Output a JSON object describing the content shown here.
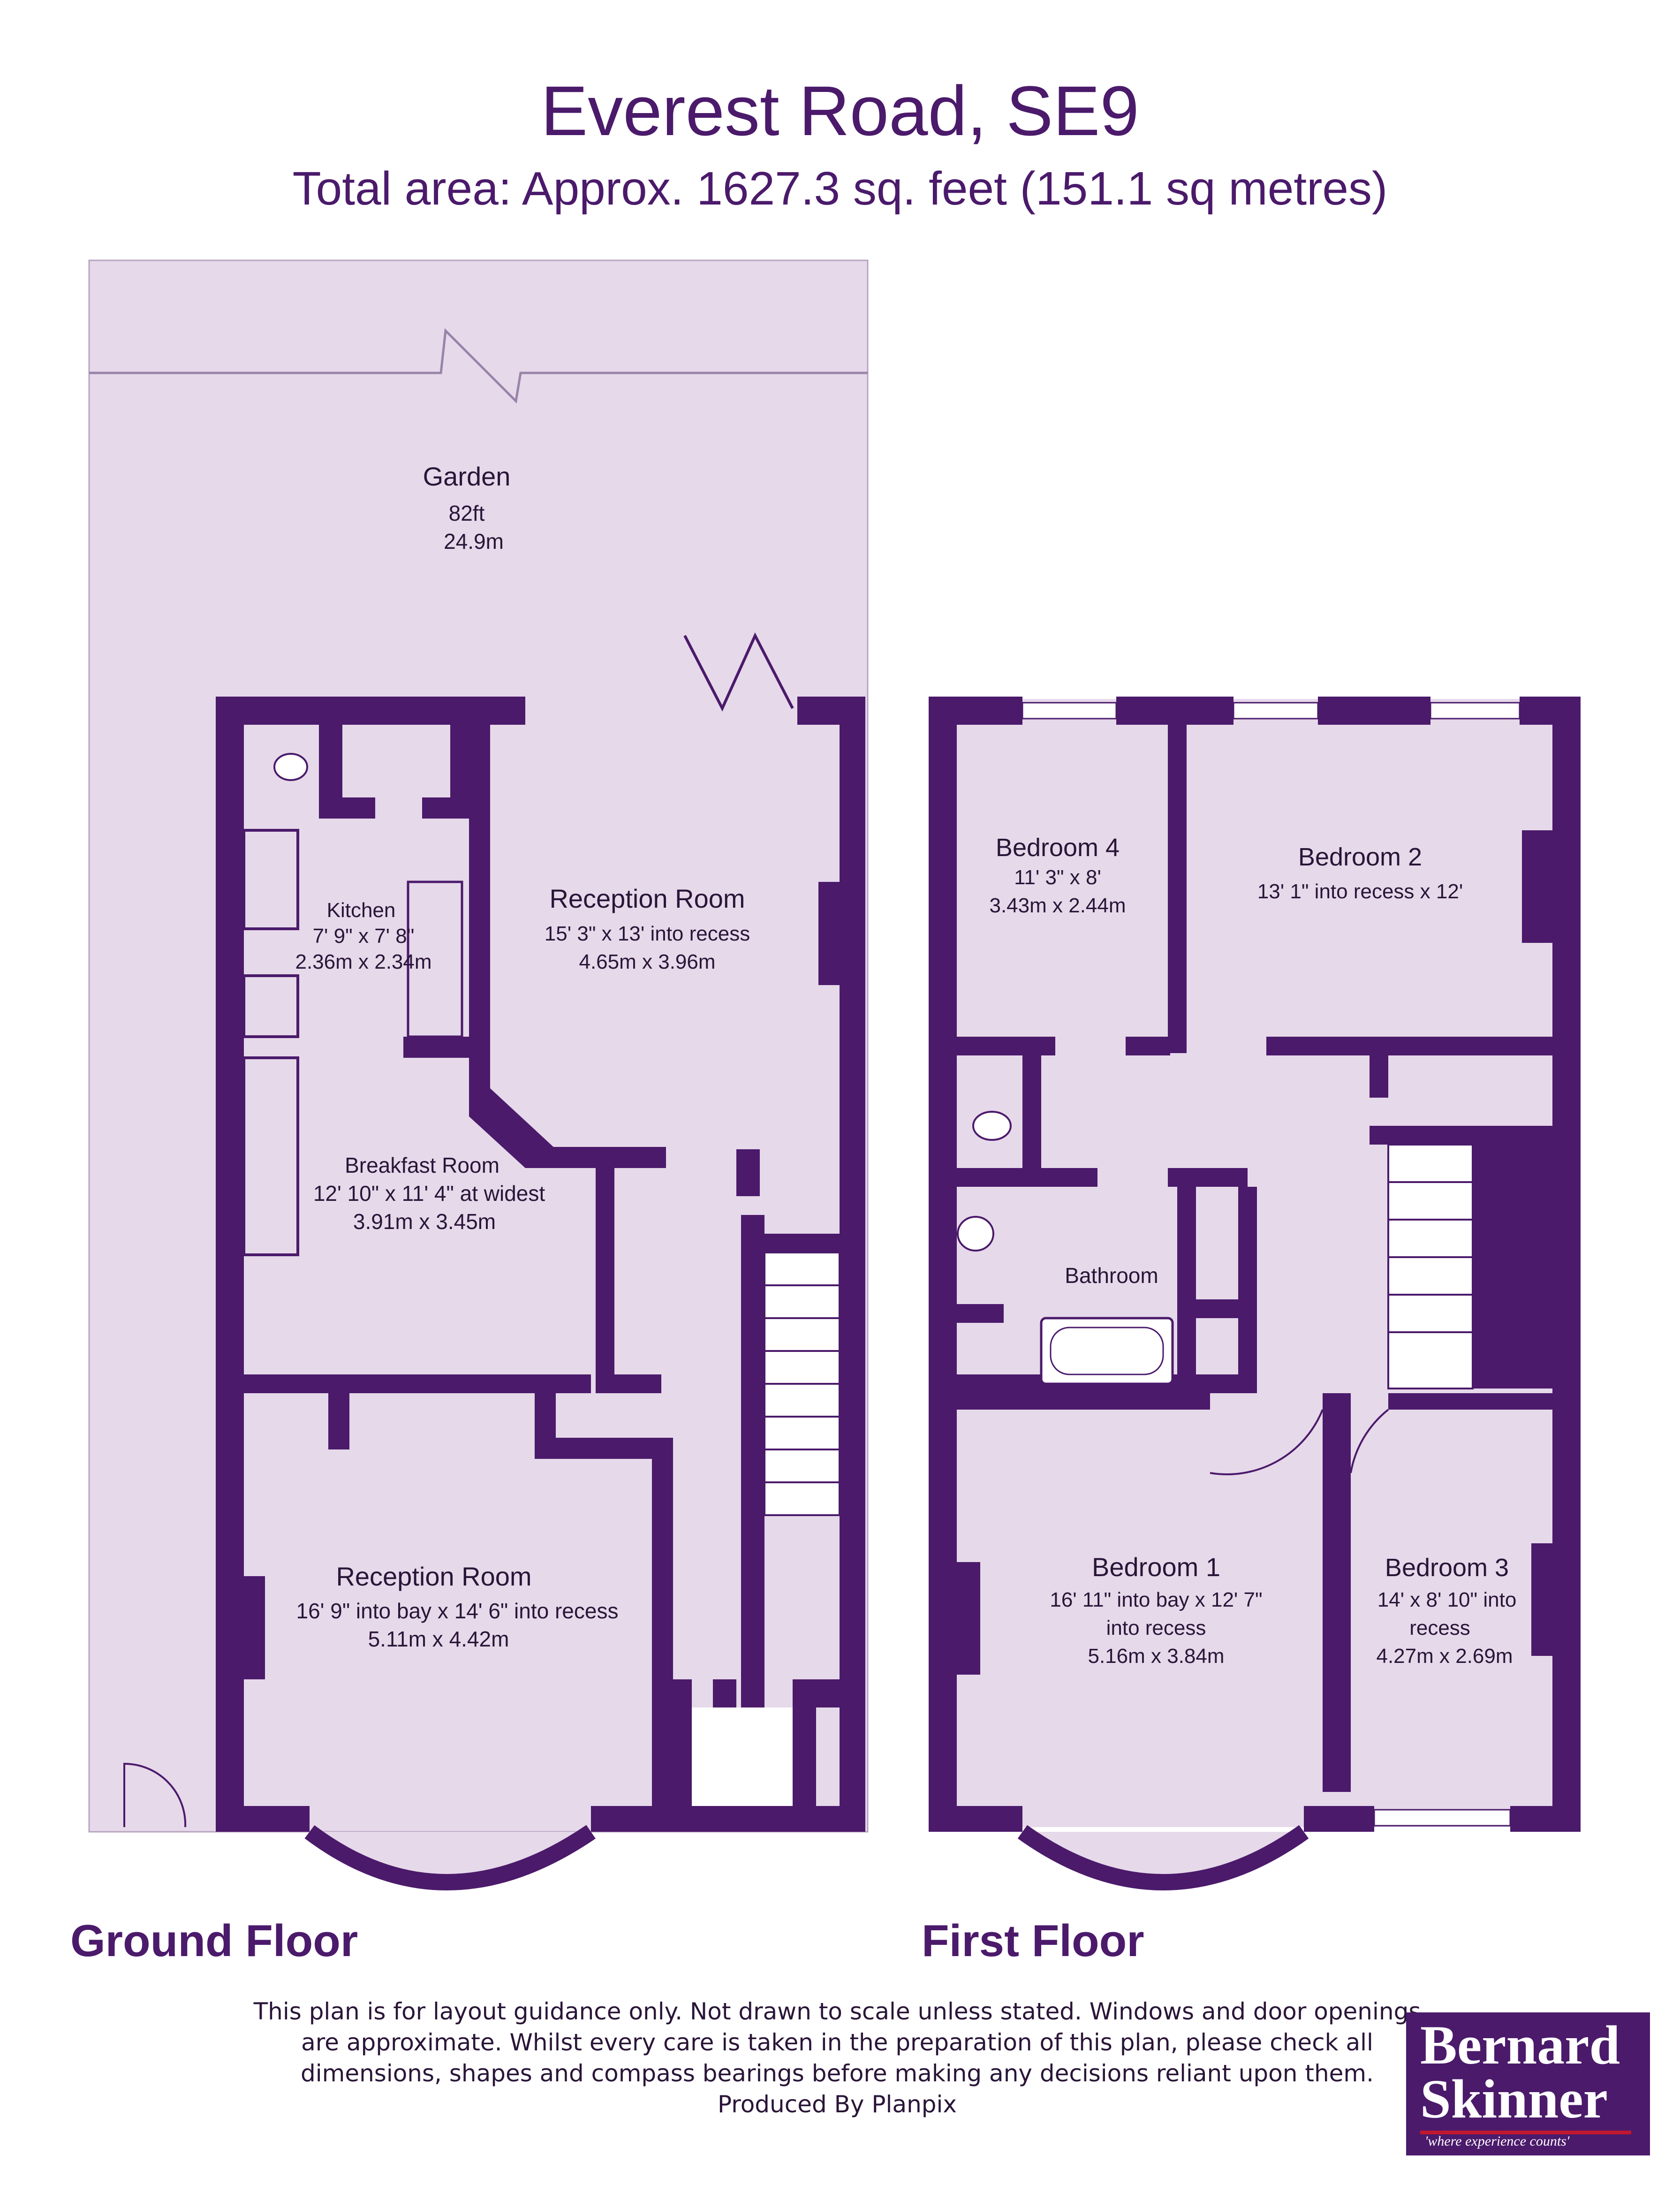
{
  "header": {
    "title": "Everest Road, SE9",
    "subtitle": "Total area: Approx. 1627.3 sq. feet (151.1 sq metres)"
  },
  "floors": {
    "ground": "Ground Floor",
    "first": "First Floor"
  },
  "rooms": {
    "garden": {
      "name": "Garden",
      "line1": "82ft",
      "line2": "24.9m"
    },
    "kitchen": {
      "name": "Kitchen",
      "line1": "7' 9\" x 7' 8\"",
      "line2": "2.36m x 2.34m"
    },
    "reception_rear": {
      "name": "Reception Room",
      "line1": "15' 3\" x 13' into recess",
      "line2": "4.65m x 3.96m"
    },
    "breakfast": {
      "name": "Breakfast Room",
      "line1": "12' 10\" x 11' 4\" at widest",
      "line2": "3.91m x 3.45m"
    },
    "reception_front": {
      "name": "Reception Room",
      "line1": "16' 9\" into bay x 14' 6\" into recess",
      "line2": "5.11m x 4.42m"
    },
    "bedroom4": {
      "name": "Bedroom 4",
      "line1": "11' 3\" x 8'",
      "line2": "3.43m x 2.44m"
    },
    "bedroom2": {
      "name": "Bedroom 2",
      "line1": "13' 1\" into recess x 12'"
    },
    "bathroom": {
      "name": "Bathroom"
    },
    "bedroom1": {
      "name": "Bedroom 1",
      "line1": "16' 11\" into bay x 12' 7\"",
      "line2": "into recess",
      "line3": "5.16m x 3.84m"
    },
    "bedroom3": {
      "name": "Bedroom 3",
      "line1": "14' x 8' 10\" into",
      "line2": "recess",
      "line3": "4.27m x 2.69m"
    }
  },
  "disclaimer": {
    "line1": "This plan is for layout guidance only. Not drawn to scale unless stated. Windows and door openings",
    "line2": "are approximate. Whilst every care is taken in the preparation of this plan, please check all",
    "line3": "dimensions, shapes and compass bearings before making any decisions reliant upon them.",
    "line4": "Produced By Planpix"
  },
  "logo": {
    "line1": "Bernard",
    "line2": "Skinner",
    "tagline": "'where experience counts'"
  },
  "colors": {
    "wall": "#4b1a6b",
    "floor_fill": "#e6d9ea",
    "text": "#2a1538",
    "accent": "#c0182f"
  }
}
